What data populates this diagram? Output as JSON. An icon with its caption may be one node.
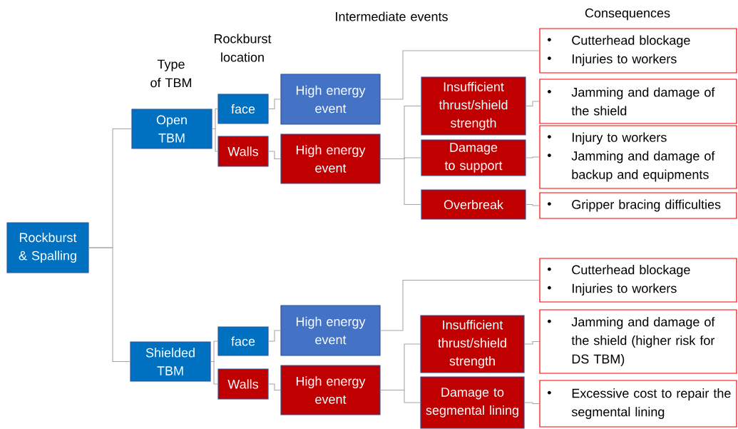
{
  "diagram": {
    "nodes": [
      {
        "text": [
          "Rockburst & Spalling"
        ]
      },
      {
        "text": [
          "Open TBM"
        ]
      },
      {
        "text": [
          "Shielded TBM"
        ]
      },
      {
        "text": [
          "face"
        ]
      },
      {
        "text": [
          "Walls"
        ]
      },
      {
        "text": [
          "High energy event"
        ]
      },
      {
        "text": [
          "High energy event"
        ]
      },
      {
        "text": [
          "Insufficient thrust/shield strength"
        ]
      },
      {
        "text": [
          "Damage to support"
        ]
      },
      {
        "text": [
          "Overbreak"
        ]
      },
      {
        "text": [
          "Cutterhead blockage",
          "Injuries to workers"
        ]
      },
      {
        "text": [
          "Jamming and damage of the shield"
        ]
      },
      {
        "text": [
          "Injury to workers",
          "Jamming and damage of backup and equipments"
        ]
      },
      {
        "text": [
          "Gripper bracing difficulties"
        ]
      },
      {
        "text": [
          "face"
        ]
      },
      {
        "text": [
          "Walls"
        ]
      },
      {
        "text": [
          "High energy event"
        ]
      },
      {
        "text": [
          "High energy event"
        ]
      },
      {
        "text": [
          "Insufficient thrust/shield strength"
        ]
      },
      {
        "text": [
          "Damage to segmental lining"
        ]
      },
      {
        "text": [
          "Cutterhead blockage",
          "Injuries to workers"
        ]
      },
      {
        "text": [
          "Jamming and damage of the shield (higher risk for DS TBM)"
        ]
      },
      {
        "text": [
          "Excessive cost to repair the segmental lining"
        ]
      }
    ],
    "edges": [
      {
        "from": 0,
        "to": 1,
        "arrow": "none"
      },
      {
        "from": 0,
        "to": 2,
        "arrow": "none"
      },
      {
        "from": 1,
        "to": 3,
        "arrow": "none"
      },
      {
        "from": 1,
        "to": 4,
        "arrow": "none"
      },
      {
        "from": 3,
        "to": 5,
        "arrow": "none"
      },
      {
        "from": 4,
        "to": 6,
        "arrow": "none"
      },
      {
        "from": 5,
        "to": 10,
        "arrow": "none"
      },
      {
        "from": 6,
        "to": 7,
        "arrow": "none"
      },
      {
        "from": 6,
        "to": 8,
        "arrow": "none"
      },
      {
        "from": 6,
        "to": 9,
        "arrow": "none"
      },
      {
        "from": 7,
        "to": 11,
        "arrow": "none"
      },
      {
        "from": 8,
        "to": 12,
        "arrow": "none"
      },
      {
        "from": 9,
        "to": 13,
        "arrow": "none"
      },
      {
        "from": 2,
        "to": 14,
        "arrow": "none"
      },
      {
        "from": 2,
        "to": 15,
        "arrow": "none"
      },
      {
        "from": 14,
        "to": 16,
        "arrow": "none"
      },
      {
        "from": 15,
        "to": 17,
        "arrow": "none"
      },
      {
        "from": 16,
        "to": 20,
        "arrow": "none"
      },
      {
        "from": 17,
        "to": 18,
        "arrow": "none"
      },
      {
        "from": 17,
        "to": 19,
        "arrow": "none"
      },
      {
        "from": 18,
        "to": 21,
        "arrow": "none"
      },
      {
        "from": 19,
        "to": 22,
        "arrow": "none"
      }
    ],
    "labels": [
      "Intermediate events",
      "Consequences",
      "Rockburst location",
      "Type of TBM"
    ]
  }
}
